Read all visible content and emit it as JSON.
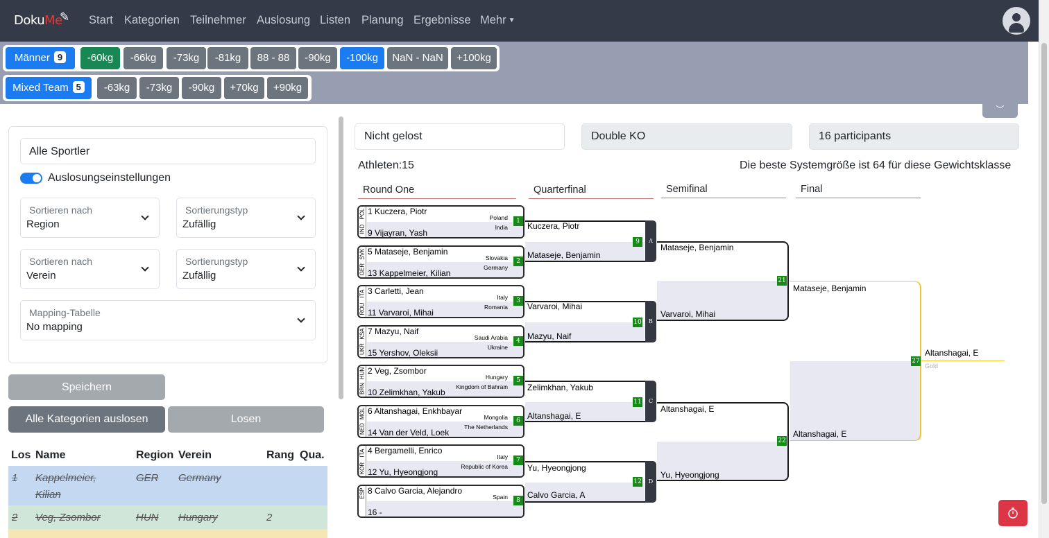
{
  "navbar": {
    "logo_prefix": "Do",
    "logo_middle": "ku",
    "logo_me": "Me",
    "items": [
      "Start",
      "Kategorien",
      "Teilnehmer",
      "Auslosung",
      "Listen",
      "Planung",
      "Ergebnisse",
      "Mehr"
    ]
  },
  "categories": {
    "men": {
      "label": "Männer",
      "count": "9",
      "weights": [
        "-60kg",
        "-66kg",
        "-73kg",
        "-81kg",
        "88 - 88",
        "-90kg",
        "-100kg",
        "NaN - NaN",
        "+100kg"
      ],
      "active": "-60kg",
      "selected": "-100kg"
    },
    "mixed": {
      "label": "Mixed Team",
      "count": "5",
      "weights": [
        "-63kg",
        "-73kg",
        "-90kg",
        "+70kg",
        "+90kg"
      ]
    }
  },
  "settings": {
    "athletes_select": "Alle Sportler",
    "toggle_label": "Auslosungseinstellungen",
    "sort1_label": "Sortieren nach",
    "sort1_value": "Region",
    "type1_label": "Sortierungstyp",
    "type1_value": "Zufällig",
    "sort2_label": "Sortieren nach",
    "sort2_value": "Verein",
    "type2_label": "Sortierungstyp",
    "type2_value": "Zufällig",
    "mapping_label": "Mapping-Tabelle",
    "mapping_value": "No mapping",
    "save_button": "Speichern",
    "draw_all_button": "Alle Kategorien auslosen",
    "draw_button": "Losen"
  },
  "table": {
    "headers": [
      "Los",
      "Name",
      "Region",
      "Verein",
      "Rang",
      "Qua."
    ],
    "rows": [
      {
        "los": "1",
        "name_line1": "Kappelmeier,",
        "name_line2": "Kilian",
        "region": "GER",
        "verein": "Germany",
        "rang": ""
      },
      {
        "los": "2",
        "name_line1": "Veg, Zsombor",
        "name_line2": "",
        "region": "HUN",
        "verein": "Hungary",
        "rang": "2"
      }
    ]
  },
  "bracket_info": {
    "status": "Nicht gelost",
    "system": "Double KO",
    "participants": "16 participants",
    "athletes": "Athleten:15",
    "hint": "Die beste Systemgröße ist 64 für diese Gewichtsklasse"
  },
  "rounds": [
    "Round One",
    "Quarterfinal",
    "Semifinal",
    "Final"
  ],
  "round_one": [
    {
      "num": "1",
      "top_name": "1 Kuczera, Piotr",
      "top_country": "Poland",
      "top_code": "POL",
      "bottom_name": "9 Vijayran, Yash",
      "bottom_country": "India",
      "bottom_code": "IND"
    },
    {
      "num": "2",
      "top_name": "5 Mataseje, Benjamin",
      "top_country": "Slovakia",
      "top_code": "SVK",
      "bottom_name": "13 Kappelmeier, Kilian",
      "bottom_country": "Germany",
      "bottom_code": "GER"
    },
    {
      "num": "3",
      "top_name": "3 Carletti, Jean",
      "top_country": "Italy",
      "top_code": "ITA",
      "bottom_name": "11 Varvaroi, Mihai",
      "bottom_country": "Romania",
      "bottom_code": "ROU"
    },
    {
      "num": "4",
      "top_name": "7 Mazyu, Naif",
      "top_country": "Saudi Arabia",
      "top_code": "KSA",
      "bottom_name": "15 Yershov, Oleksii",
      "bottom_country": "Ukraine",
      "bottom_code": "UKR"
    },
    {
      "num": "5",
      "top_name": "2 Veg, Zsombor",
      "top_country": "Hungary",
      "top_code": "HUN",
      "bottom_name": "10 Zelimkhan, Yakub",
      "bottom_country": "Kingdom of Bahrain",
      "bottom_code": "BRN"
    },
    {
      "num": "6",
      "top_name": "6 Altanshagai, Enkhbayar",
      "top_country": "Mongolia",
      "top_code": "MGL",
      "bottom_name": "14 Van der Veld, Loek",
      "bottom_country": "The Netherlands",
      "bottom_code": "NED"
    },
    {
      "num": "7",
      "top_name": "4 Bergamelli, Enrico",
      "top_country": "Italy",
      "top_code": "ITA",
      "bottom_name": "12 Yu, Hyeongjong",
      "bottom_country": "Republic of Korea",
      "bottom_code": "KOR"
    },
    {
      "num": "8",
      "top_name": "8 Calvo Garcia, Alejandro",
      "top_country": "Spain",
      "top_code": "ESP",
      "bottom_name": "16 -",
      "bottom_country": "",
      "bottom_code": ""
    }
  ],
  "quarterfinal": [
    {
      "num": "9",
      "pool": "A",
      "top": "Kuczera, Piotr",
      "bottom": "Mataseje, Benjamin"
    },
    {
      "num": "10",
      "pool": "B",
      "top": "Varvaroi, Mihai",
      "bottom": "Mazyu, Naif"
    },
    {
      "num": "11",
      "pool": "C",
      "top": "Zelimkhan, Yakub",
      "bottom": "Altanshagai, E"
    },
    {
      "num": "12",
      "pool": "D",
      "top": "Yu, Hyeongjong",
      "bottom": "Calvo Garcia, A"
    }
  ],
  "semifinal": [
    {
      "num": "21",
      "top": "Mataseje, Benjamin",
      "bottom": "Varvaroi, Mihai"
    },
    {
      "num": "22",
      "top": "Altanshagai, E",
      "bottom": "Yu, Hyeongjong"
    }
  ],
  "final": {
    "num": "27",
    "top": "Mataseje, Benjamin",
    "bottom": "Altanshagai, E",
    "winner": "Altanshagai, E",
    "medal": "Gold"
  },
  "colors": {
    "navbar": "#353a48",
    "category_bar": "#979eb1",
    "accent_blue": "#1a7cf0",
    "badge_green": "#168a16",
    "gold_line": "#f2c530"
  }
}
